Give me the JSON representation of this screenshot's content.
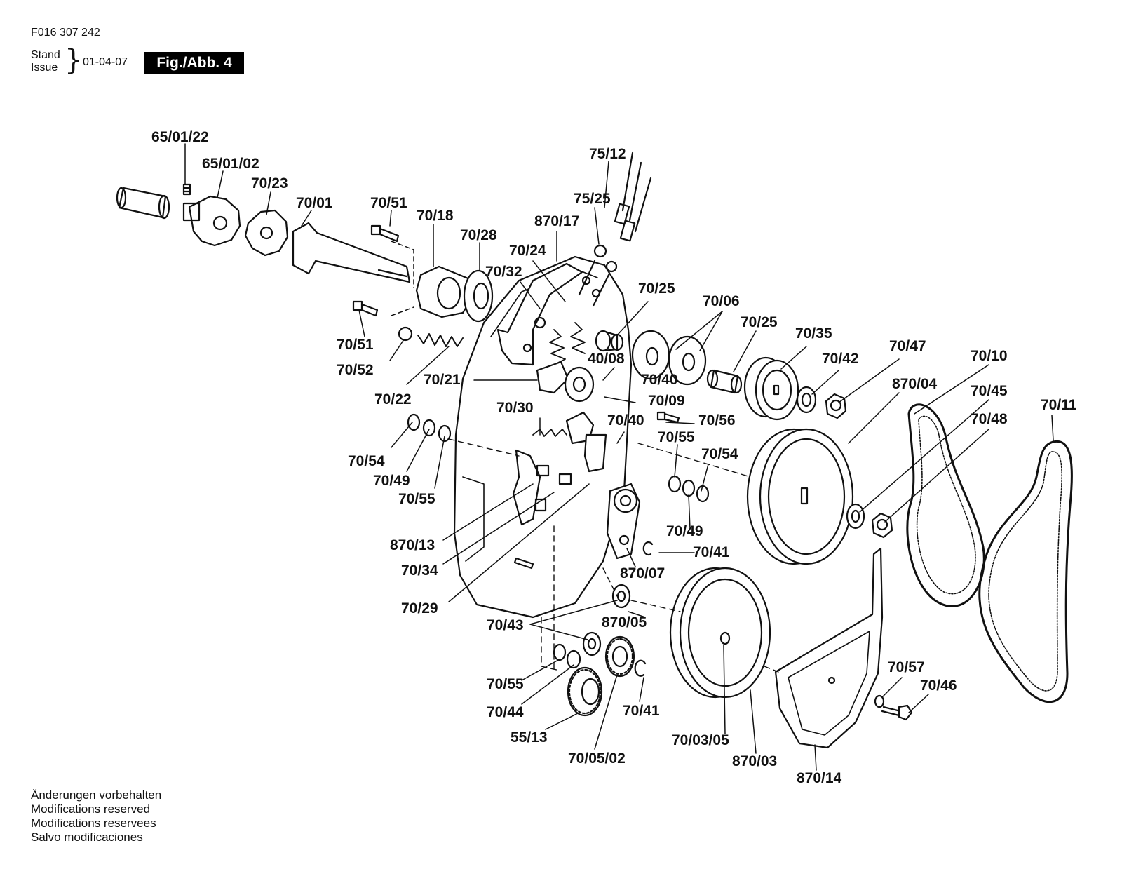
{
  "header": {
    "document_number": "F016 307 242",
    "stand_label": "Stand",
    "issue_label": "Issue",
    "issue_date": "01-04-07",
    "figure_label": "Fig./Abb. 4"
  },
  "footer": {
    "notes": [
      "Änderungen vorbehalten",
      "Modifications reserved",
      "Modifications reservees",
      "Salvo modificaciones"
    ]
  },
  "diagram": {
    "part_labels": [
      "65/01/22",
      "65/01/02",
      "70/23",
      "70/01",
      "70/51",
      "70/18",
      "70/28",
      "75/12",
      "75/25",
      "870/17",
      "70/24",
      "70/32",
      "70/25",
      "70/06",
      "70/25",
      "70/35",
      "70/42",
      "70/47",
      "70/10",
      "70/11",
      "870/04",
      "70/45",
      "70/48",
      "70/51",
      "70/52",
      "70/22",
      "70/21",
      "40/08",
      "70/40",
      "70/09",
      "70/30",
      "70/56",
      "70/40",
      "70/55",
      "70/54",
      "70/54",
      "70/49",
      "70/55",
      "70/49",
      "870/13",
      "70/34",
      "70/41",
      "870/07",
      "70/29",
      "70/43",
      "870/05",
      "70/55",
      "70/44",
      "55/13",
      "70/41",
      "70/05/02",
      "70/03/05",
      "870/03",
      "870/14",
      "70/57",
      "70/46"
    ]
  }
}
